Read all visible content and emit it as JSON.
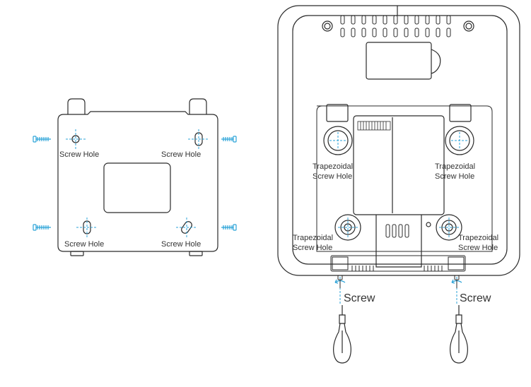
{
  "colors": {
    "line": "#2b2b2b",
    "accent": "#2ba3d8",
    "text": "#333333",
    "background": "#ffffff"
  },
  "left_device": {
    "labels": {
      "top_left": "Screw Hole",
      "top_right": "Screw Hole",
      "bottom_left": "Screw Hole",
      "bottom_right": "Screw Hole"
    }
  },
  "right_device": {
    "labels": {
      "trap_upper_left": [
        "Trapezoidal",
        "Screw Hole"
      ],
      "trap_upper_right": [
        "Trapezoidal",
        "Screw Hole"
      ],
      "trap_lower_left": [
        "Trapezoidal",
        "Screw Hole"
      ],
      "trap_lower_right": [
        "Trapezoidal",
        "Screw Hole"
      ]
    },
    "screw_labels": {
      "left": "Screw",
      "right": "Screw"
    }
  },
  "icons": [
    "screw-icon",
    "screwdriver-icon",
    "rotation-arrow-icon",
    "crosshair-icon"
  ]
}
